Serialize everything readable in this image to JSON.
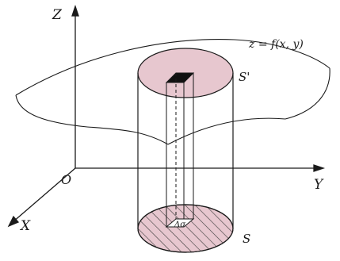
{
  "labels": {
    "z_axis": "Z",
    "y_axis": "Y",
    "x_axis": "X",
    "origin": "O",
    "surface_equation": "z = f(x, y)",
    "top_region": "S'",
    "bottom_region": "S",
    "area_element": "Δσ"
  },
  "colors": {
    "ink": "#1a1a1a",
    "region_fill": "#e7c7cf",
    "hatch": "#3a3a3a",
    "cap_fill": "#111111"
  }
}
